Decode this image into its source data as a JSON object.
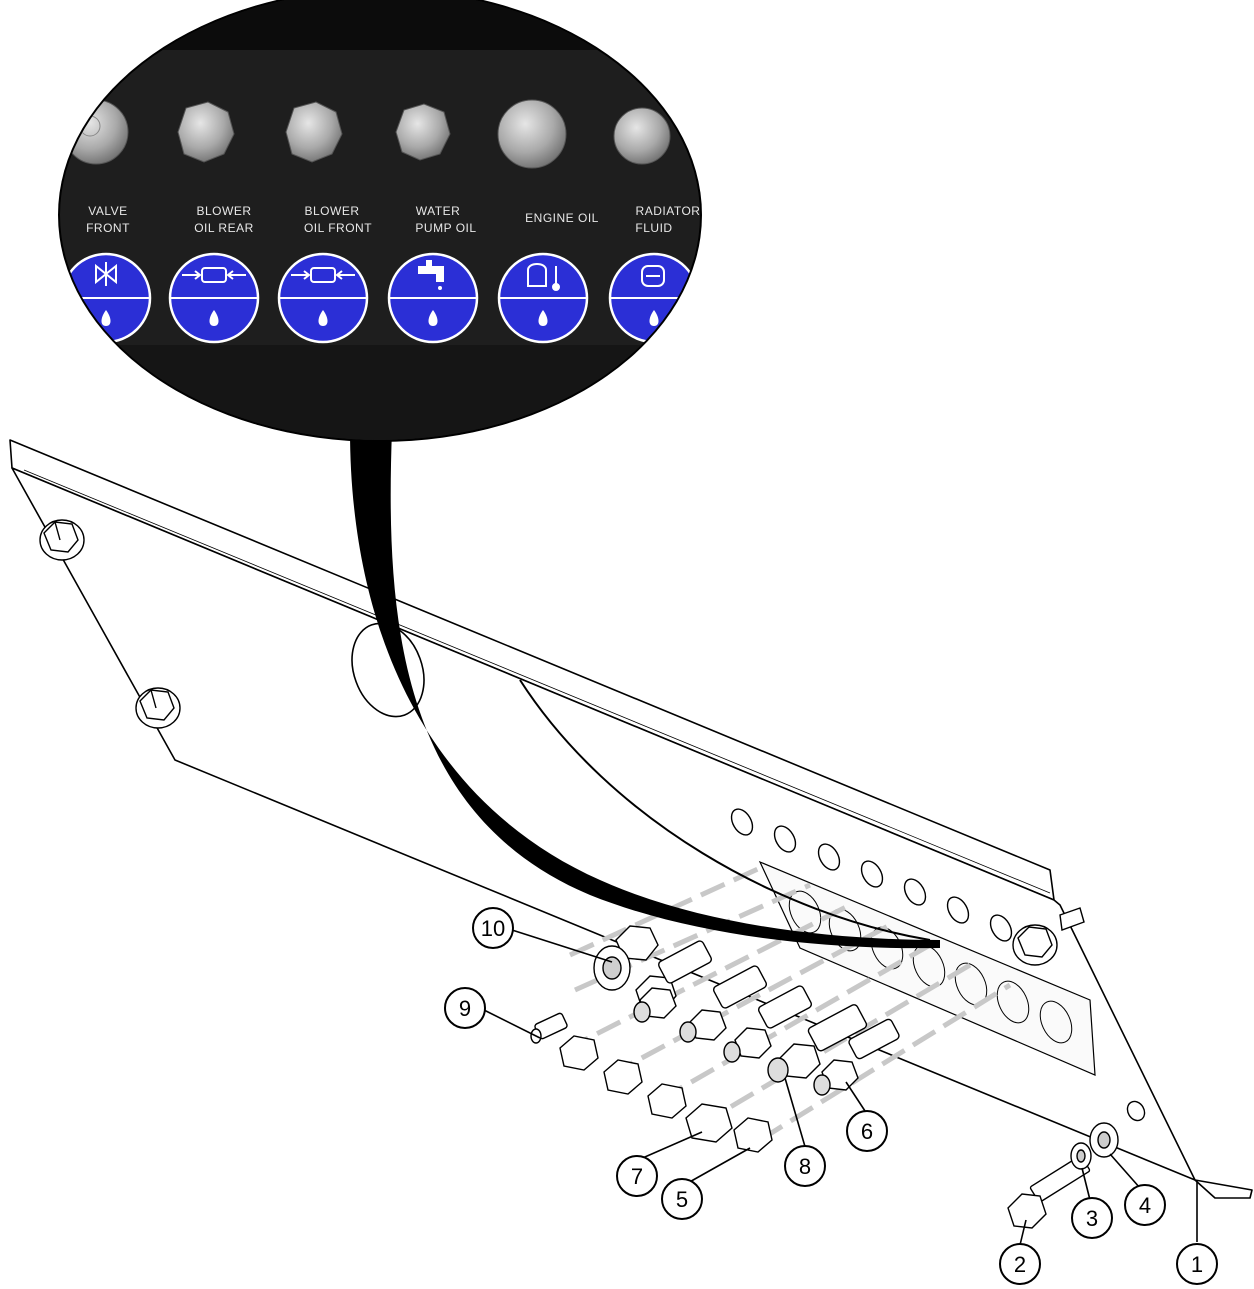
{
  "diagram": {
    "colors": {
      "inset_background": "#1e1e1e",
      "decal_blue": "#2b2fd6",
      "decal_outline": "#ffffff",
      "fitting_gray": "#b8b8b8",
      "line": "#000000",
      "leader_dash": "#c8c8c8"
    },
    "gauges": [
      {
        "line1": "VALVE",
        "line2": "FRONT",
        "icon": "valve-icon"
      },
      {
        "line1": "BLOWER",
        "line2": "OIL REAR",
        "icon": "blower-icon"
      },
      {
        "line1": "BLOWER",
        "line2": "OIL FRONT",
        "icon": "blower-icon"
      },
      {
        "line1": "WATER",
        "line2": "PUMP OIL",
        "icon": "faucet-icon"
      },
      {
        "line1": "ENGINE OIL",
        "line2": "",
        "icon": "engine-thermometer-icon"
      },
      {
        "line1": "RADIATOR",
        "line2": "FLUID",
        "icon": "radiator-icon"
      }
    ],
    "callouts": [
      {
        "num": "1",
        "part": "panel"
      },
      {
        "num": "2",
        "part": "bolt"
      },
      {
        "num": "3",
        "part": "lock-washer"
      },
      {
        "num": "4",
        "part": "flat-washer"
      },
      {
        "num": "5",
        "part": "cap"
      },
      {
        "num": "6",
        "part": "fitting"
      },
      {
        "num": "7",
        "part": "large-cap"
      },
      {
        "num": "8",
        "part": "large-fitting"
      },
      {
        "num": "9",
        "part": "plug"
      },
      {
        "num": "10",
        "part": "bulkhead-nut"
      }
    ]
  }
}
